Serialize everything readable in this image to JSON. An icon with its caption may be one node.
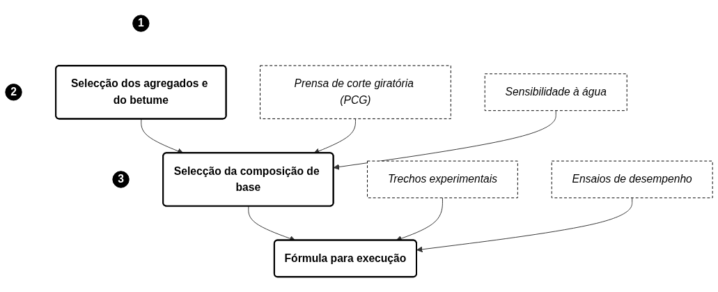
{
  "diagram": {
    "nodes": [
      {
        "text": [
          "1"
        ]
      },
      {
        "text": [
          "Selecção dos agregados e do betume"
        ]
      },
      {
        "text": [
          "Prensa de corte giratória (PCG)"
        ]
      },
      {
        "text": [
          "2"
        ]
      },
      {
        "text": [
          "Selecção da composição de base"
        ]
      },
      {
        "text": [
          "Sensibilidade à água"
        ]
      },
      {
        "text": [
          "Trechos experimentais"
        ]
      },
      {
        "text": [
          "3"
        ]
      },
      {
        "text": [
          "Fórmula para execução"
        ]
      },
      {
        "text": [
          "Ensaios de desempenho"
        ]
      }
    ],
    "edges": [
      {
        "from": 1,
        "to": 4,
        "arrow": "to"
      },
      {
        "from": 2,
        "to": 4,
        "arrow": "to"
      },
      {
        "from": 5,
        "to": 4,
        "arrow": "to"
      },
      {
        "from": 4,
        "to": 8,
        "arrow": "to"
      },
      {
        "from": 6,
        "to": 8,
        "arrow": "to"
      },
      {
        "from": 9,
        "to": 8,
        "arrow": "to"
      }
    ]
  }
}
